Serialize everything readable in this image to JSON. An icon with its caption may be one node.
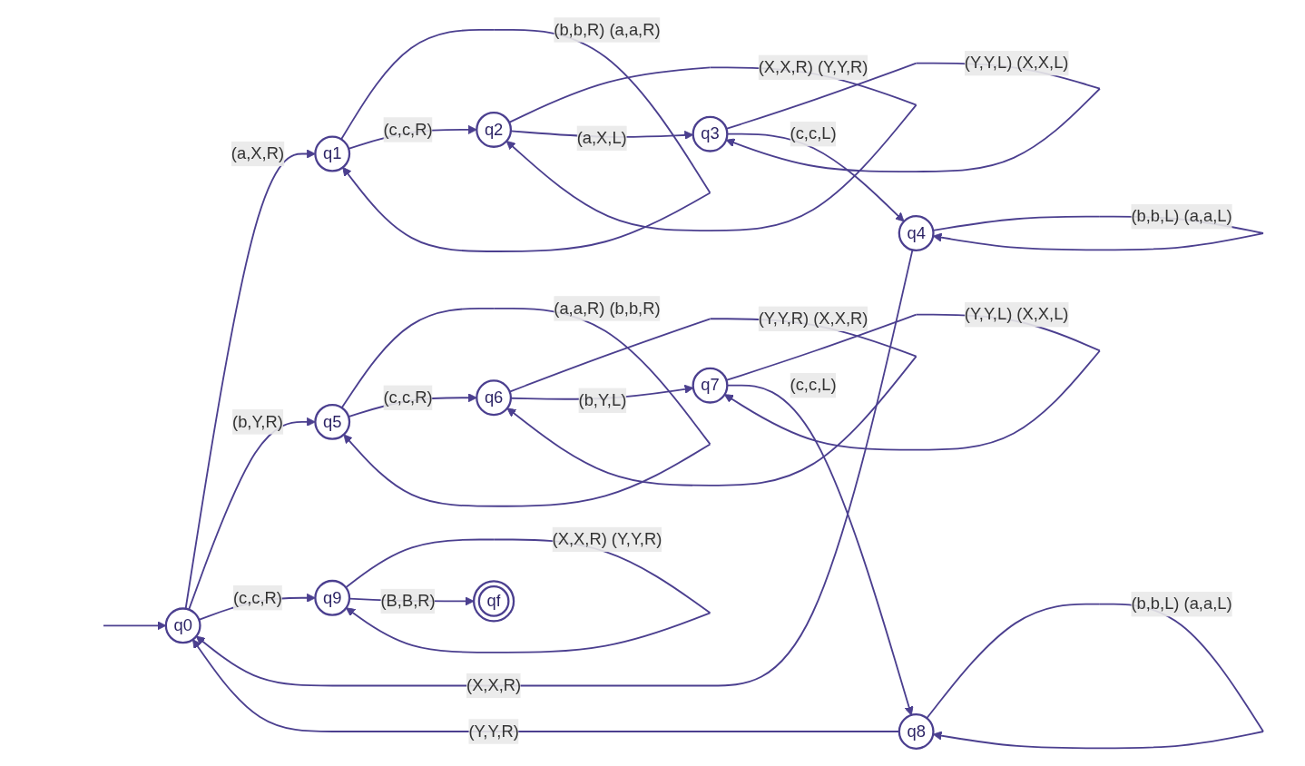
{
  "diagram": {
    "nodes": [
      {
        "text": [
          "q0"
        ]
      },
      {
        "text": [
          "q1"
        ]
      },
      {
        "text": [
          "q2"
        ]
      },
      {
        "text": [
          "q3"
        ]
      },
      {
        "text": [
          "q4"
        ]
      },
      {
        "text": [
          "q5"
        ]
      },
      {
        "text": [
          "q6"
        ]
      },
      {
        "text": [
          "q7"
        ]
      },
      {
        "text": [
          "q8"
        ]
      },
      {
        "text": [
          "q9"
        ]
      },
      {
        "text": [
          "qf"
        ]
      }
    ],
    "edges": [
      {
        "from": null,
        "to": 0,
        "arrow": "to"
      },
      {
        "from": 0,
        "to": 1,
        "arrow": "to",
        "label": "(a,X,R)"
      },
      {
        "from": 1,
        "to": 1,
        "arrow": "to",
        "label": "(b,b,R) (a,a,R)"
      },
      {
        "from": 1,
        "to": 2,
        "arrow": "to",
        "label": "(c,c,R)"
      },
      {
        "from": 2,
        "to": 2,
        "arrow": "to",
        "label": "(X,X,R) (Y,Y,R)"
      },
      {
        "from": 2,
        "to": 3,
        "arrow": "to",
        "label": "(a,X,L)"
      },
      {
        "from": 3,
        "to": 3,
        "arrow": "to",
        "label": "(Y,Y,L) (X,X,L)"
      },
      {
        "from": 3,
        "to": 4,
        "arrow": "to",
        "label": "(c,c,L)"
      },
      {
        "from": 4,
        "to": 4,
        "arrow": "to",
        "label": "(b,b,L) (a,a,L)"
      },
      {
        "from": 4,
        "to": 0,
        "arrow": "to",
        "label": "(X,X,R)"
      },
      {
        "from": 0,
        "to": 5,
        "arrow": "to",
        "label": "(b,Y,R)"
      },
      {
        "from": 5,
        "to": 5,
        "arrow": "to",
        "label": "(a,a,R) (b,b,R)"
      },
      {
        "from": 5,
        "to": 6,
        "arrow": "to",
        "label": "(c,c,R)"
      },
      {
        "from": 6,
        "to": 6,
        "arrow": "to",
        "label": "(Y,Y,R) (X,X,R)"
      },
      {
        "from": 6,
        "to": 7,
        "arrow": "to",
        "label": "(b,Y,L)"
      },
      {
        "from": 7,
        "to": 7,
        "arrow": "to",
        "label": "(Y,Y,L) (X,X,L)"
      },
      {
        "from": 7,
        "to": 8,
        "arrow": "to",
        "label": "(c,c,L)"
      },
      {
        "from": 8,
        "to": 8,
        "arrow": "to",
        "label": "(b,b,L) (a,a,L)"
      },
      {
        "from": 8,
        "to": 0,
        "arrow": "to",
        "label": "(Y,Y,R)"
      },
      {
        "from": 0,
        "to": 9,
        "arrow": "to",
        "label": "(c,c,R)"
      },
      {
        "from": 9,
        "to": 9,
        "arrow": "to",
        "label": "(X,X,R) (Y,Y,R)"
      },
      {
        "from": 9,
        "to": 10,
        "arrow": "to",
        "label": "(B,B,R)"
      }
    ]
  }
}
